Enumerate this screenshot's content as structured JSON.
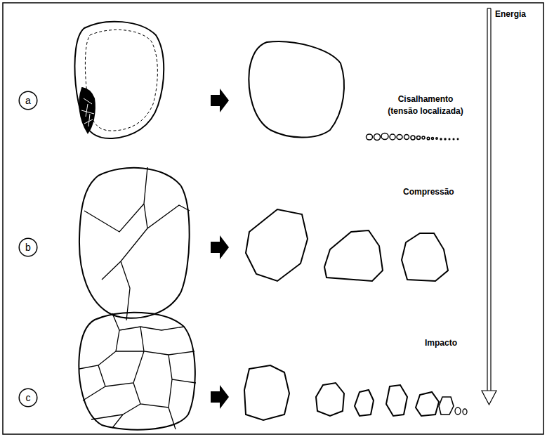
{
  "diagram": {
    "nodes": [
      {
        "text": [
          "a"
        ]
      },
      {
        "text": [
          "b"
        ]
      },
      {
        "text": [
          "c"
        ]
      }
    ],
    "labels": [
      "Energia",
      "Cisalhamento (tensão localizada)",
      "Compressão",
      "Impacto"
    ]
  }
}
